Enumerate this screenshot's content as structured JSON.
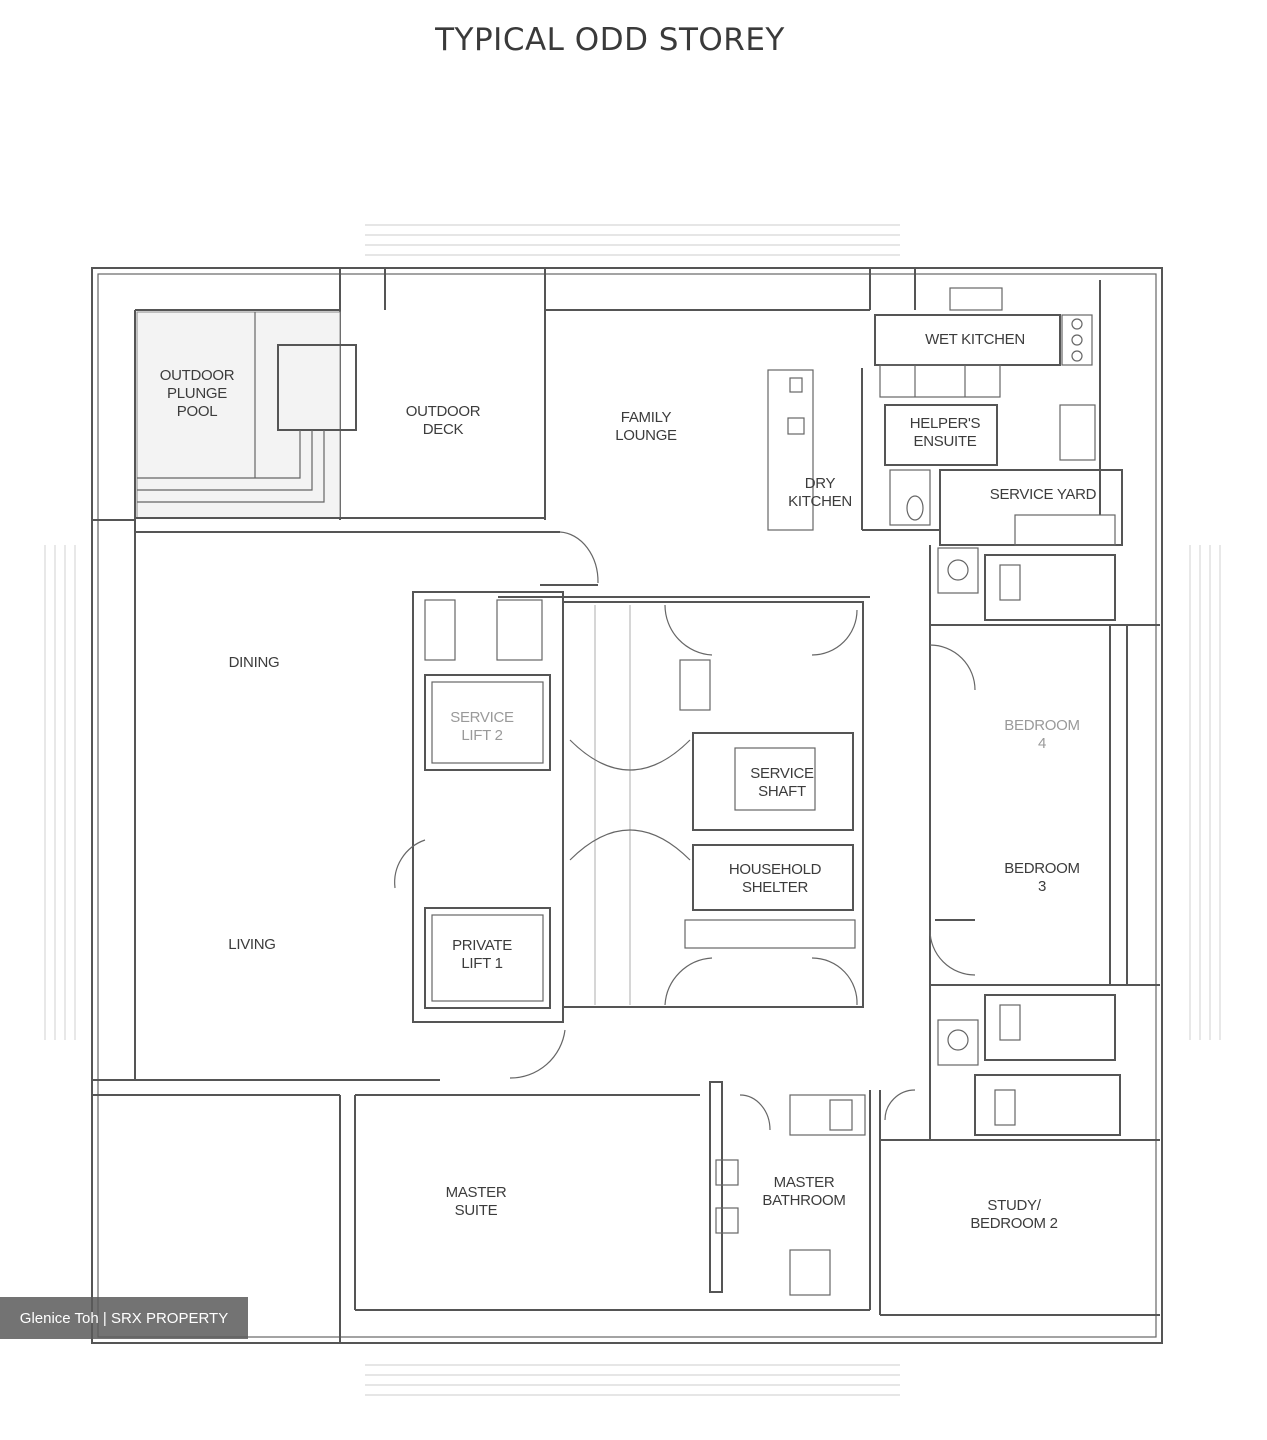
{
  "title": "TYPICAL ODD STOREY",
  "rooms": {
    "outdoor_plunge_pool": [
      "OUTDOOR",
      "PLUNGE",
      "POOL"
    ],
    "outdoor_deck": [
      "OUTDOOR",
      "DECK"
    ],
    "family_lounge": [
      "FAMILY",
      "LOUNGE"
    ],
    "wet_kitchen": [
      "WET KITCHEN"
    ],
    "helpers_ensuite": [
      "HELPER'S",
      "ENSUITE"
    ],
    "dry_kitchen": [
      "DRY",
      "KITCHEN"
    ],
    "service_yard": [
      "SERVICE YARD"
    ],
    "dining": [
      "DINING"
    ],
    "living": [
      "LIVING"
    ],
    "service_lift": [
      "SERVICE",
      "LIFT 2"
    ],
    "private_lift": [
      "PRIVATE",
      "LIFT 1"
    ],
    "service_shaft": [
      "SERVICE",
      "SHAFT"
    ],
    "household_shelter": [
      "HOUSEHOLD",
      "SHELTER"
    ],
    "bedroom_4": [
      "BEDROOM",
      "4"
    ],
    "bedroom_3": [
      "BEDROOM",
      "3"
    ],
    "master_suite": [
      "MASTER",
      "SUITE"
    ],
    "master_bathroom": [
      "MASTER",
      "BATHROOM"
    ],
    "study_bedroom_2": [
      "STUDY/",
      "BEDROOM 2"
    ]
  },
  "watermark": "Glenice Toh | SRX PROPERTY"
}
